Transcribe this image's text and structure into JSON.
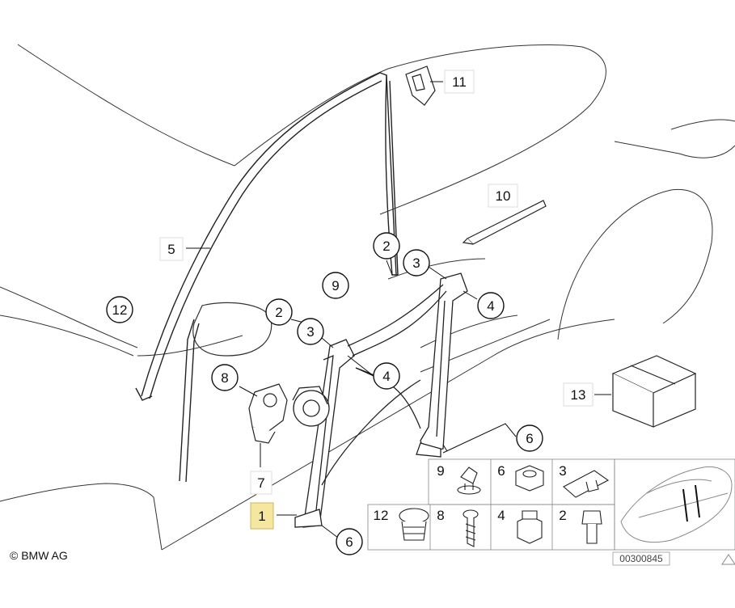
{
  "callouts": {
    "c1": "1",
    "c2a": "2",
    "c2b": "2",
    "c3a": "3",
    "c3b": "3",
    "c4a": "4",
    "c4b": "4",
    "c5": "5",
    "c6a": "6",
    "c6b": "6",
    "c7": "7",
    "c8": "8",
    "c9": "9",
    "c10": "10",
    "c11": "11",
    "c12": "12",
    "c13": "13"
  },
  "legend": {
    "l9": "9",
    "l6": "6",
    "l3": "3",
    "l12": "12",
    "l8": "8",
    "l4": "4",
    "l2": "2"
  },
  "footer": {
    "copyright": "© BMW AG",
    "diagram_number": "00300845"
  },
  "colors": {
    "highlight": "#f6e7a0",
    "line": "#1a1a1a",
    "car_outline": "#333333"
  }
}
